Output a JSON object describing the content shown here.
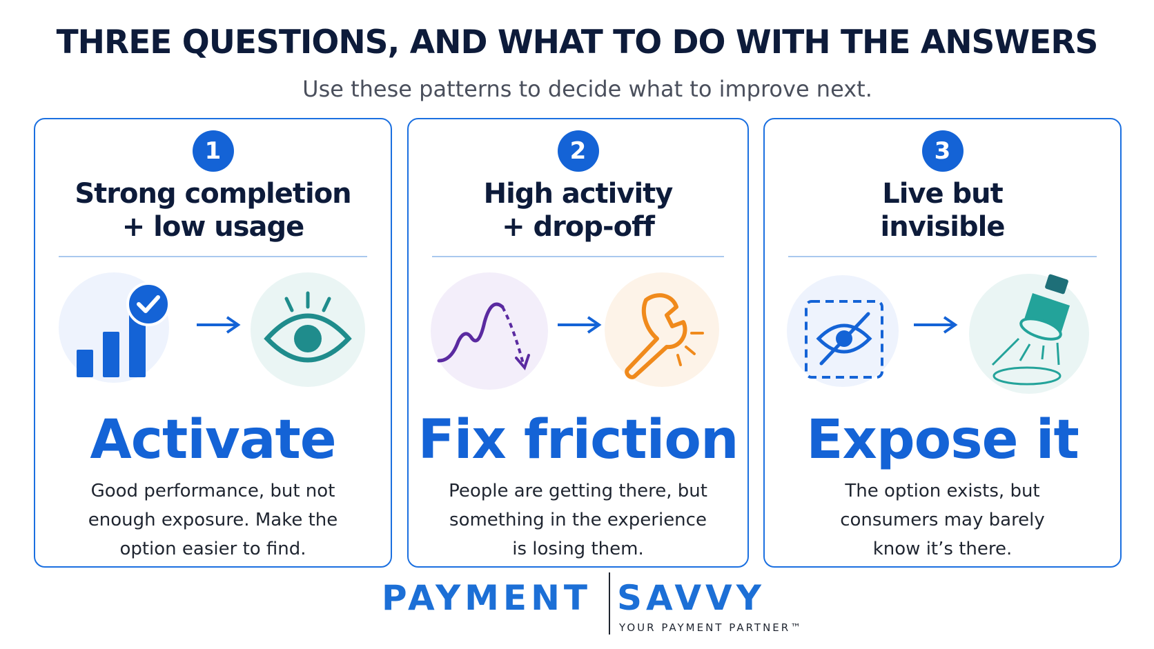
{
  "header": {
    "title": "THREE QUESTIONS, AND WHAT TO DO WITH THE ANSWERS",
    "subtitle": "Use these patterns to decide what to improve next."
  },
  "cards": [
    {
      "number": "1",
      "heading_line1": "Strong completion",
      "heading_line2": "+ low usage",
      "action": "Activate",
      "desc_line1": "Good performance, but not",
      "desc_line2": "enough exposure. Make the",
      "desc_line3": "option easier to find.",
      "icons": [
        "bar-chart-check-icon",
        "eye-icon"
      ]
    },
    {
      "number": "2",
      "heading_line1": "High activity",
      "heading_line2": "+ drop-off",
      "action": "Fix friction",
      "desc_line1": "People are getting there, but",
      "desc_line2": "something in the experience",
      "desc_line3": "is losing them.",
      "icons": [
        "dropoff-line-icon",
        "wrench-icon"
      ]
    },
    {
      "number": "3",
      "heading_line1": "Live but",
      "heading_line2": "invisible",
      "action": "Expose it",
      "desc_line1": "The option exists, but",
      "desc_line2": "consumers may barely",
      "desc_line3": "know it’s there.",
      "icons": [
        "hidden-eye-icon",
        "spotlight-icon"
      ]
    }
  ],
  "logo": {
    "left": "PAYMENT",
    "right": "SAVVY",
    "tagline": "YOUR PAYMENT PARTNER™"
  },
  "colors": {
    "primary": "#1463d6",
    "border": "#1a6fe0",
    "teal": "#1f8c8c",
    "orange": "#f08a1c",
    "purple": "#5a2aa0"
  }
}
